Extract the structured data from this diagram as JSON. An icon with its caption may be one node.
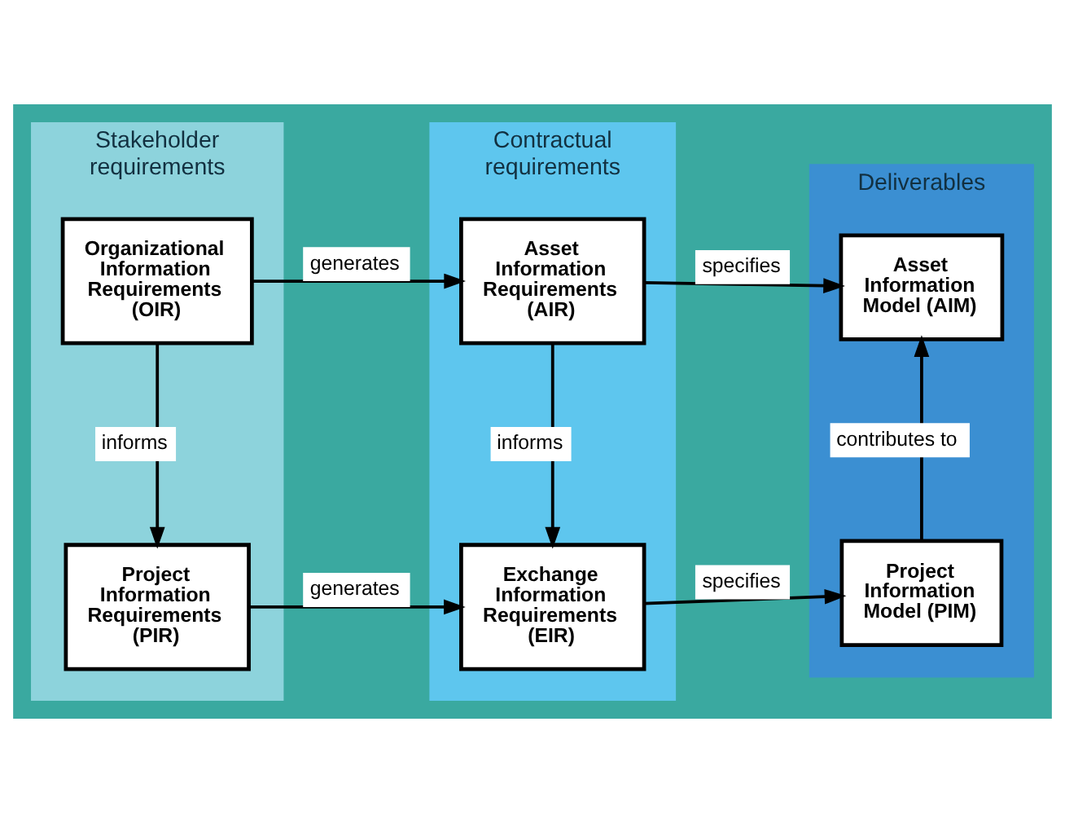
{
  "diagram": {
    "nodes": [
      {
        "text": [
          "Stakeholder requirements"
        ]
      },
      {
        "text": [
          "Organizational Information Requirements (OIR)"
        ],
        "in": 0
      },
      {
        "text": [
          "Project Information Requirements (PIR)"
        ],
        "in": 0
      },
      {
        "text": [
          "Contractual requirements"
        ]
      },
      {
        "text": [
          "Asset Information Requirements (AIR)"
        ],
        "in": 3
      },
      {
        "text": [
          "Exchange Information Requirements (EIR)"
        ],
        "in": 3
      },
      {
        "text": [
          "Deliverables"
        ]
      },
      {
        "text": [
          "Asset Information Model (AIM)"
        ],
        "in": 6
      },
      {
        "text": [
          "Project Information Model (PIM)"
        ],
        "in": 6
      }
    ],
    "edges": [
      {
        "from": 1,
        "to": 4,
        "arrow": "to",
        "label": "generates"
      },
      {
        "from": 1,
        "to": 2,
        "arrow": "to",
        "label": "informs"
      },
      {
        "from": 4,
        "to": 7,
        "arrow": "to",
        "label": "specifies"
      },
      {
        "from": 4,
        "to": 5,
        "arrow": "to",
        "label": "informs"
      },
      {
        "from": 2,
        "to": 5,
        "arrow": "to",
        "label": "generates"
      },
      {
        "from": 5,
        "to": 8,
        "arrow": "to",
        "label": "specifies"
      },
      {
        "from": 8,
        "to": 7,
        "arrow": "to",
        "label": "contributes to"
      }
    ]
  }
}
